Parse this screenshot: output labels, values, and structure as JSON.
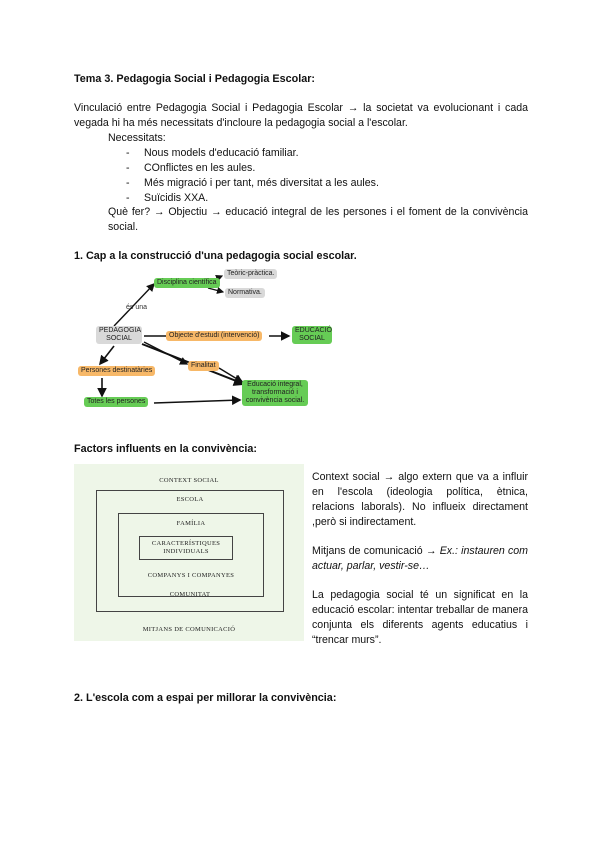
{
  "heading_tema": "Tema 3. Pedagogia Social i Pedagogia Escolar:",
  "intro": "Vinculació entre Pedagogia Social i Pedagogia Escolar → la societat va evolucionant i cada vegada hi ha més necessitats d'incloure la pedagogia social a l'escolar.",
  "necessitats_label": "Necessitats:",
  "necessitats": [
    "Nous models d'educació familiar.",
    "COnflictes en les aules.",
    "Més migració i per tant, més diversitat a les aules.",
    "Suïcidis XXA."
  ],
  "que_fer": "Què fer? → Objectiu → educació integral de les persones i el foment de la convivència social.",
  "section1_title": "1. Cap a la construcció d'una pedagogia social escolar.",
  "diagram": {
    "disciplina": "Disciplina científica",
    "teoric": "Teòric-pràctica.",
    "normativa": "Normativa.",
    "es_una": "és una",
    "pedagogia_social": "PEDAGOGIA SOCIAL",
    "objecte": "Objecte d'estudi (intervenció)",
    "educacio_social": "EDUCACIÓ SOCIAL",
    "persones": "Persones destinatàries",
    "finalitat": "Finalitat",
    "totes": "Totes les persones",
    "educacio_integral": "Educació integral, transformació i convivència social."
  },
  "factors_title": "Factors influents en la convivència:",
  "factors_diagram": {
    "context": "CONTEXT SOCIAL",
    "escola": "ESCOLA",
    "familia": "FAMÍLIA",
    "caracteristiques": "CARACTERÍSTIQUES INDIVIDUALS",
    "companys": "COMPANYS I COMPANYES",
    "comunitat": "COMUNITAT",
    "mitjans": "MITJANS DE COMUNICACIÓ"
  },
  "factors_text": {
    "context": "Context social → algo extern que va a influir en l'escola (ideologia política, ètnica, relacions laborals). No influeix directament ,però si indirectament.",
    "mitjans_prefix": "Mitjans de comunicació → ",
    "mitjans_example": "Ex.: instauren com actuar, parlar, vestir-se…",
    "pedagogia": "La pedagogia social té un significat en la educació escolar: intentar treballar de manera conjunta els diferents agents educatius i “trencar murs”."
  },
  "section2_title": "2. L'escola com a espai per millorar la convivència:"
}
